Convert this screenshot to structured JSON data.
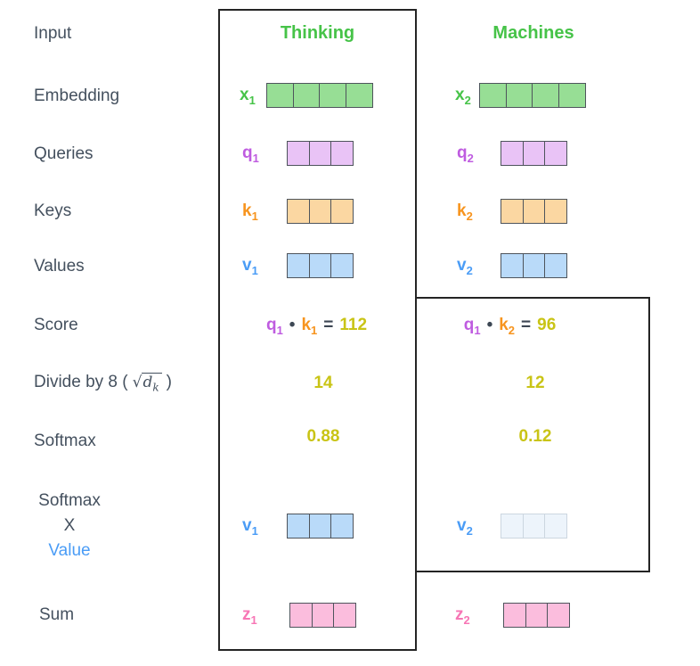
{
  "headers": {
    "left": "Thinking",
    "right": "Machines"
  },
  "labels": {
    "input": "Input",
    "embedding": "Embedding",
    "queries": "Queries",
    "keys": "Keys",
    "values": "Values",
    "score": "Score",
    "divide_prefix": "Divide by 8 (",
    "divide_sqrt_sign": "√",
    "divide_sqrt_base": "d",
    "divide_sqrt_sub": "k",
    "divide_suffix": ")",
    "softmax": "Softmax",
    "softmax_x_value": {
      "line1": "Softmax",
      "line2": "X",
      "line3": "Value"
    },
    "sum": "Sum"
  },
  "vectors": {
    "x1": {
      "base": "x",
      "sub": "1",
      "cells": 4,
      "color": "green"
    },
    "x2": {
      "base": "x",
      "sub": "2",
      "cells": 4,
      "color": "green"
    },
    "q1": {
      "base": "q",
      "sub": "1",
      "cells": 3,
      "color": "purple"
    },
    "q2": {
      "base": "q",
      "sub": "2",
      "cells": 3,
      "color": "purple"
    },
    "k1": {
      "base": "k",
      "sub": "1",
      "cells": 3,
      "color": "orange"
    },
    "k2": {
      "base": "k",
      "sub": "2",
      "cells": 3,
      "color": "orange"
    },
    "v1": {
      "base": "v",
      "sub": "1",
      "cells": 3,
      "color": "blue"
    },
    "v2": {
      "base": "v",
      "sub": "2",
      "cells": 3,
      "color": "blue",
      "faded_in_softmax_row": true
    },
    "z1": {
      "base": "z",
      "sub": "1",
      "cells": 3,
      "color": "pink"
    },
    "z2": {
      "base": "z",
      "sub": "2",
      "cells": 3,
      "color": "pink"
    }
  },
  "score": {
    "left": {
      "q": "q",
      "q_sub": "1",
      "dot": "•",
      "k": "k",
      "k_sub": "1",
      "equals": "=",
      "value": "112"
    },
    "right": {
      "q": "q",
      "q_sub": "1",
      "dot": "•",
      "k": "k",
      "k_sub": "2",
      "equals": "=",
      "value": "96"
    }
  },
  "divide_values": {
    "left": "14",
    "right": "12"
  },
  "softmax_values": {
    "left": "0.88",
    "right": "0.12"
  },
  "colors": {
    "green": "#46c348",
    "green_fill": "#97de95",
    "purple": "#bf5ce0",
    "purple_fill": "#e9c3f6",
    "orange": "#f7941e",
    "orange_fill": "#fbd7a2",
    "blue": "#4a9cf6",
    "blue_fill": "#b9daf9",
    "pink": "#f776b5",
    "pink_fill": "#fbbddd",
    "faded_fill": "#edf4fb",
    "faded_border": "#ccd6e0",
    "yellow_value": "#c9c416",
    "label_text": "#44505e",
    "outline": "#242424",
    "cell_border": "#4e545c"
  }
}
